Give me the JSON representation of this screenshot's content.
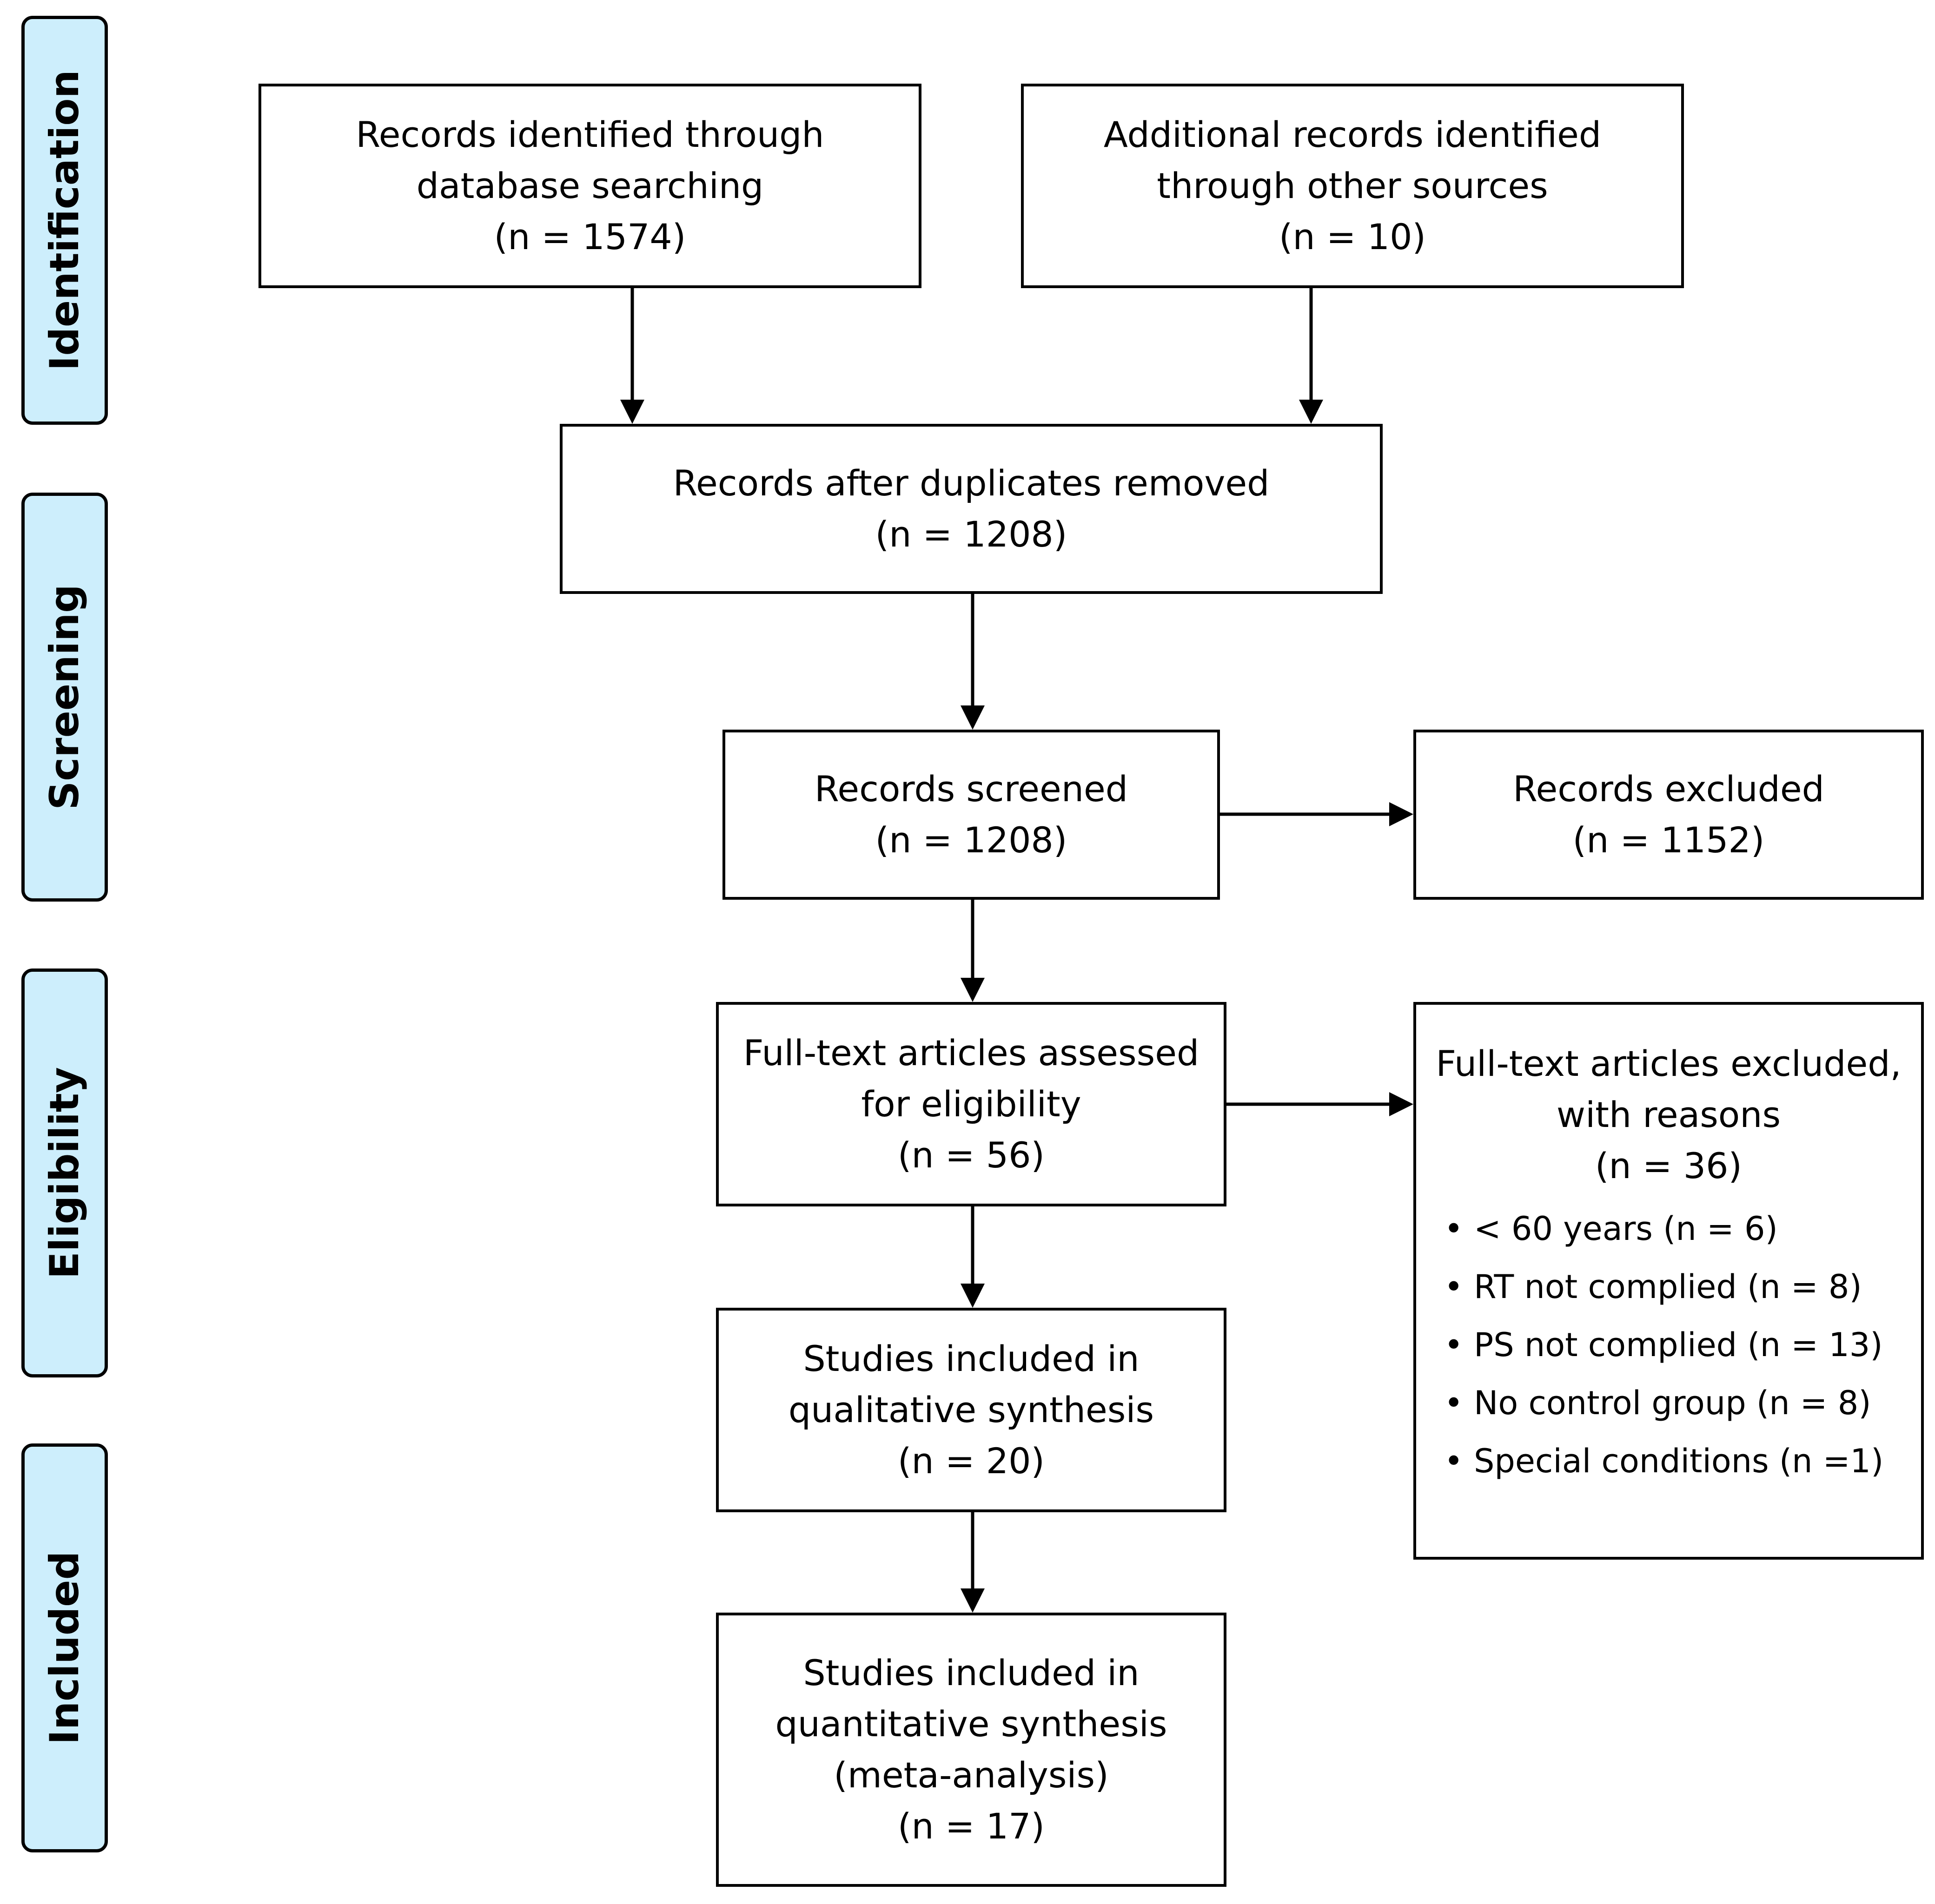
{
  "stages": {
    "identification": "Identification",
    "screening": "Screening",
    "eligibility": "Eligibility",
    "included": "Included"
  },
  "boxes": {
    "database_records": {
      "line1": "Records identified through",
      "line2": "database searching",
      "count": "(n = 1574)"
    },
    "other_sources": {
      "line1": "Additional records identified",
      "line2": "through other sources",
      "count": "(n = 10)"
    },
    "duplicates_removed": {
      "line1": "Records after duplicates removed",
      "count": "(n = 1208)"
    },
    "screened": {
      "line1": "Records screened",
      "count": "(n = 1208)"
    },
    "excluded": {
      "line1": "Records excluded",
      "count": "(n = 1152)"
    },
    "fulltext_assessed": {
      "line1": "Full-text articles assessed",
      "line2": "for eligibility",
      "count": "(n = 56)"
    },
    "fulltext_excluded": {
      "line1": "Full-text articles excluded,",
      "line2": "with reasons",
      "count": "(n = 36)",
      "reasons": [
        "< 60 years (n = 6)",
        "RT not complied (n = 8)",
        "PS not complied (n = 13)",
        "No control group (n = 8)",
        "Special conditions (n =1)"
      ]
    },
    "qualitative": {
      "line1": "Studies included in",
      "line2": "qualitative synthesis",
      "count": "(n = 20)"
    },
    "quantitative": {
      "line1": "Studies included in",
      "line2": "quantitative synthesis",
      "line3": "(meta-analysis)",
      "count": "(n = 17)"
    }
  }
}
